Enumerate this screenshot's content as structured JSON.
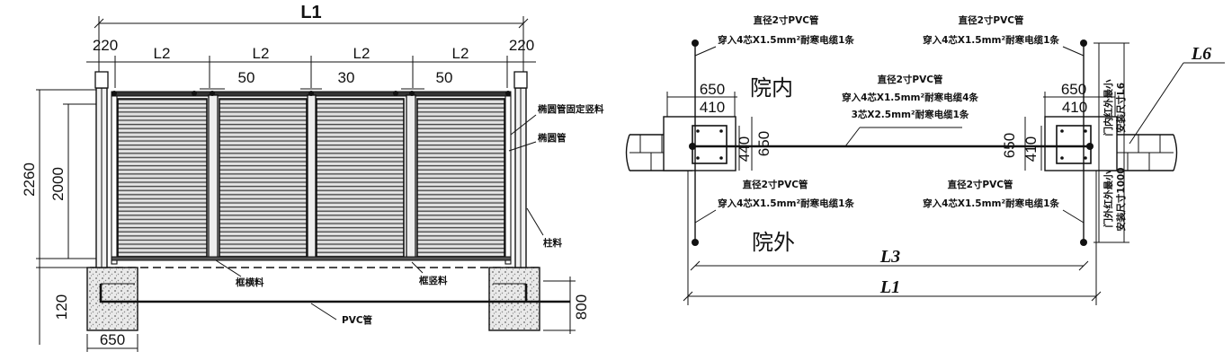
{
  "elevation": {
    "dims": {
      "l1": "L1",
      "side_left": "220",
      "side_right": "220",
      "l2": [
        "L2",
        "L2",
        "L2",
        "L2"
      ],
      "gaps": [
        "50",
        "30",
        "50"
      ],
      "total_height": "2260",
      "panel_height": "2000",
      "base_height": "120",
      "foundation_width": "650",
      "foundation_depth": "800"
    },
    "callouts": {
      "fixed_post": "椭圆管固定竖料",
      "oval_tube": "椭圆管",
      "column": "柱料",
      "frame_rail": "框横料",
      "frame_stile": "框竖料",
      "pvc": "PVC管"
    }
  },
  "plan": {
    "pipe_title": "直径2寸PVC管",
    "pipe_top_left": "穿入4芯X1.5mm²耐寒电缆1条",
    "pipe_top_right": "穿入4芯X1.5mm²耐寒电缆1条",
    "pipe_center_1": "穿入4芯X1.5mm²耐寒电缆4条",
    "pipe_center_2": "3芯X2.5mm²耐寒电缆1条",
    "pipe_bottom_left": "穿入4芯X1.5mm²耐寒电缆1条",
    "pipe_bottom_right": "穿入4芯X1.5mm²耐寒电缆1条",
    "inside": "院内",
    "outside": "院外",
    "l3": "L3",
    "l1": "L1",
    "l6": "L6",
    "dim_650": "650",
    "dim_410": "410",
    "dim_440": "440",
    "dim_410v": "410",
    "note_1": "门内红外最小",
    "note_2": "安装尺寸L6",
    "note_3": "门外红外最小",
    "note_4": "安装尺寸1000"
  }
}
